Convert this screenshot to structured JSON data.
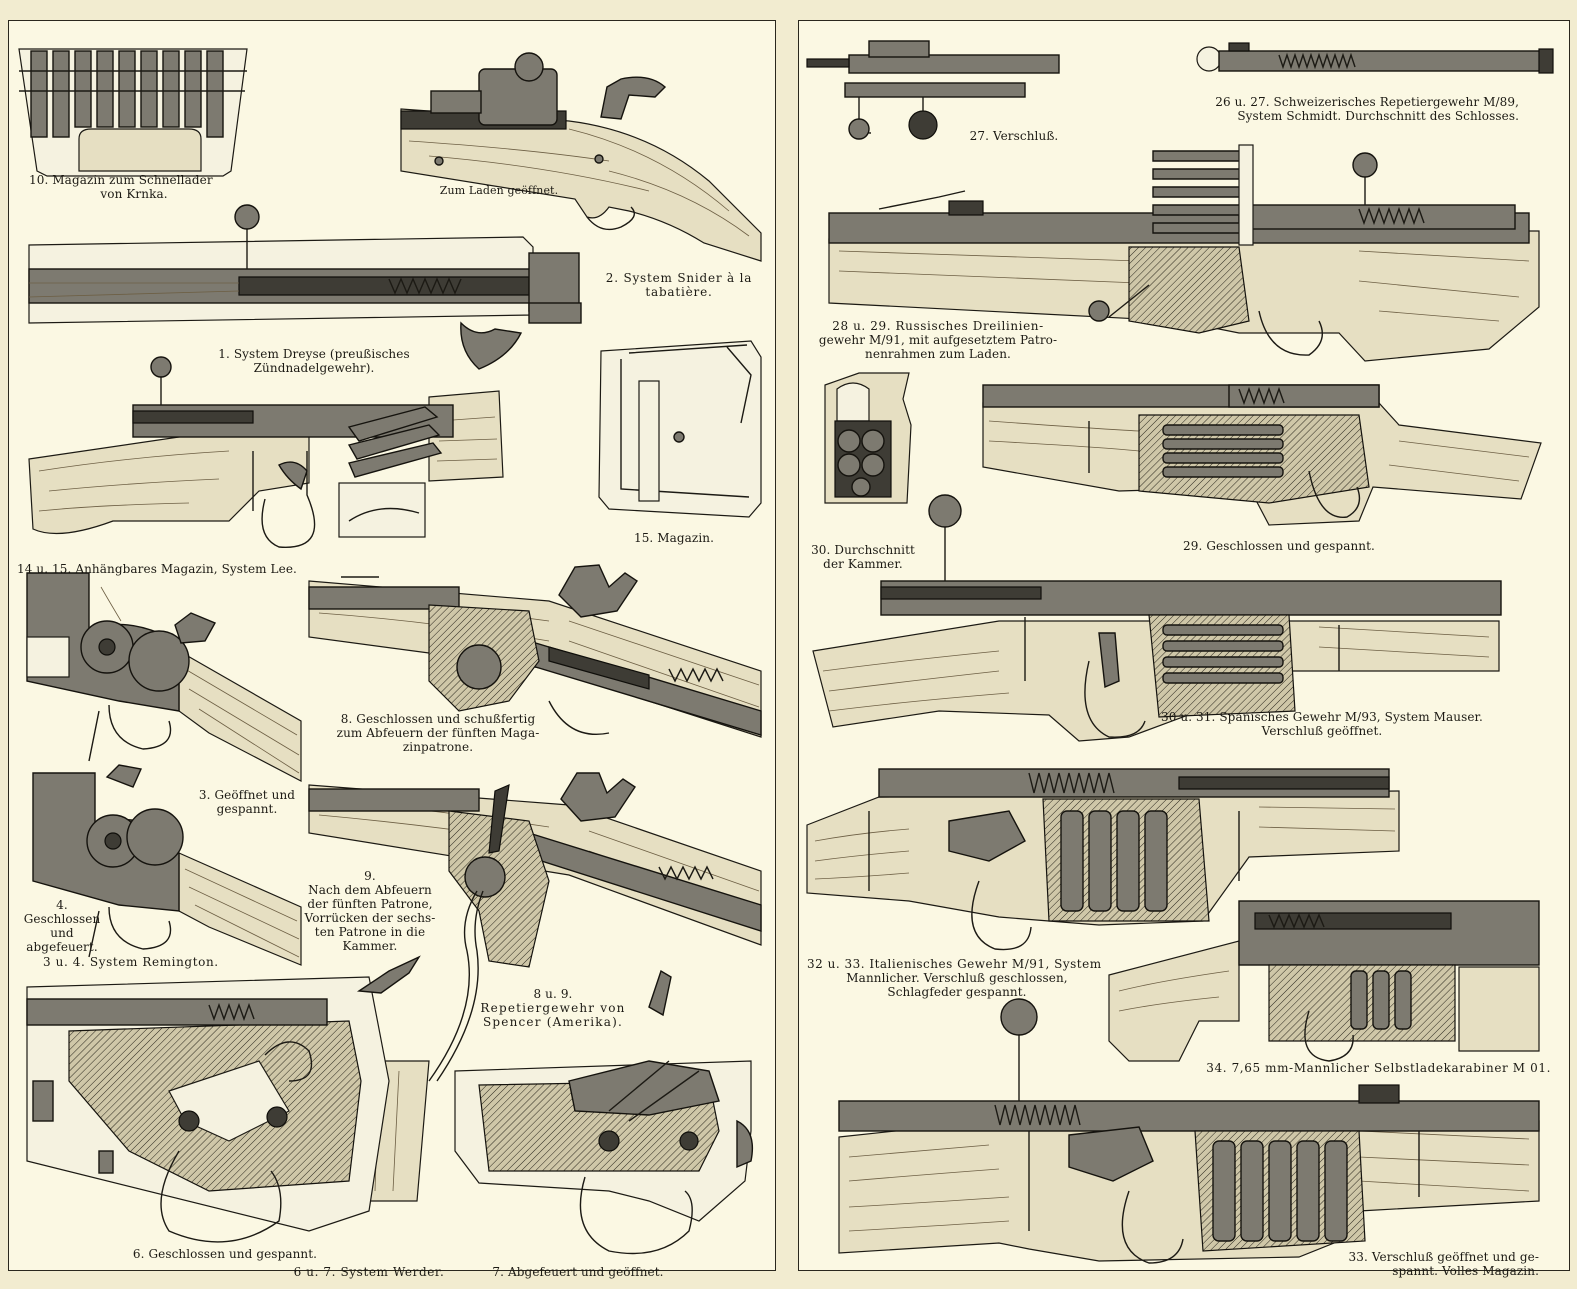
{
  "captions": {
    "c10": [
      "10. Magazin zum Schnellader",
      "von Krnka."
    ],
    "c2open": [
      "Zum Laden geöffnet."
    ],
    "c2": [
      "2. System Snider à la",
      "tabatière."
    ],
    "c1": [
      "1. System Dreyse (preußisches",
      "Zündnadelgewehr)."
    ],
    "c15": [
      "15. Magazin."
    ],
    "c1415": [
      "14 u. 15. Anhängbares Magazin, System Lee."
    ],
    "c8": [
      "8. Geschlossen und schußfertig",
      "zum Abfeuern der fünften Maga-",
      "zinpatrone."
    ],
    "c3": [
      "3. Geöffnet und",
      "gespannt."
    ],
    "c9": [
      "9.",
      "Nach dem Abfeuern",
      "der fünften Patrone,",
      "Vorrücken der sechs-",
      "ten Patrone in die",
      "Kammer."
    ],
    "c4": [
      "4.",
      "Geschlossen",
      "und",
      "abgefeuert."
    ],
    "c34": [
      "3 u. 4. System Remington."
    ],
    "c89": [
      "8 u. 9.",
      "Repetiergewehr von",
      "Spencer (Amerika)."
    ],
    "c6": [
      "6. Geschlossen und gespannt."
    ],
    "c67": [
      "6 u. 7. System Werder."
    ],
    "c7": [
      "7. Abgefeuert und geöffnet."
    ],
    "c27": [
      "27. Verschluß."
    ],
    "c2627": [
      "26 u. 27. Schweizerisches Repetiergewehr M/89,",
      "System Schmidt. Durchschnitt des Schlosses."
    ],
    "c2829": [
      "28 u. 29. Russisches Dreilinien-",
      "gewehr M/91, mit aufgesetztem Patro-",
      "nenrahmen zum Laden."
    ],
    "c30": [
      "30. Durchschnitt",
      "der Kammer."
    ],
    "c29": [
      "29. Geschlossen und gespannt."
    ],
    "c3031": [
      "30 u. 31. Spanisches Gewehr M/93, System Mauser.",
      "Verschluß geöffnet."
    ],
    "c3233": [
      "32 u. 33. Italienisches Gewehr M/91, System",
      "Mannlicher. Verschluß geschlossen,",
      "Schlagfeder gespannt."
    ],
    "c34b": [
      "34. 7,65 mm-Mannlicher Selbstladekarabiner M 01."
    ],
    "c33": [
      "33. Verschluß geöffnet und ge-",
      "spannt. Volles Magazin."
    ]
  }
}
